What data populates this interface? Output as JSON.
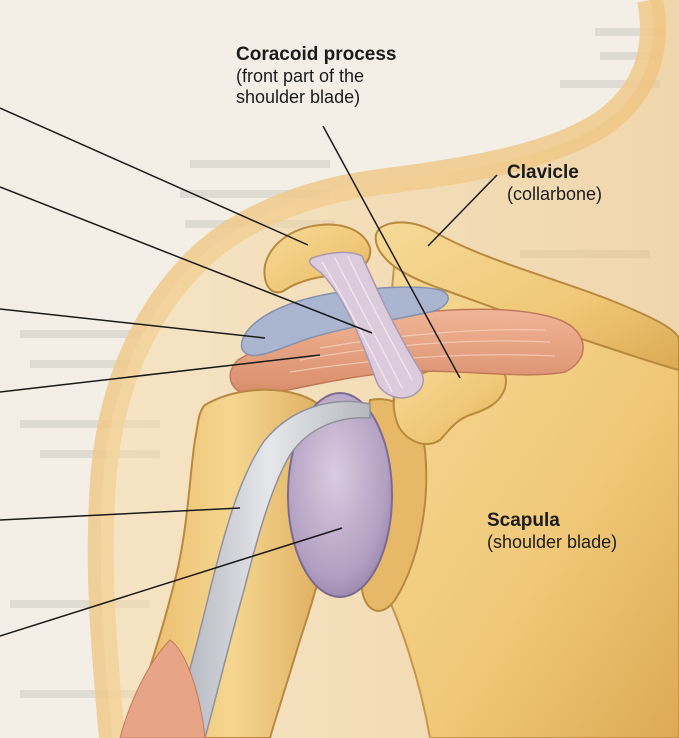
{
  "labels": {
    "coracoid": {
      "title": "Coracoid process",
      "line1": "(front part of the",
      "line2": "shoulder blade)"
    },
    "clavicle": {
      "title": "Clavicle",
      "sub": "(collarbone)"
    },
    "scapula": {
      "title": "Scapula",
      "sub": "(shoulder blade)"
    }
  },
  "colors": {
    "page_background": "#f3efe6",
    "bone": "#f2cf84",
    "bone_shade": "#d9a94f",
    "bone_outline": "#b8863a",
    "skin": "#f6d9a6",
    "ligament": "#d8c6d8",
    "bursa": "#a7b3cc",
    "muscle": "#e8a282",
    "cartilage": "#b9a9c4",
    "tendon": "#c9cbd1",
    "leader_line": "#1a1a1a"
  }
}
